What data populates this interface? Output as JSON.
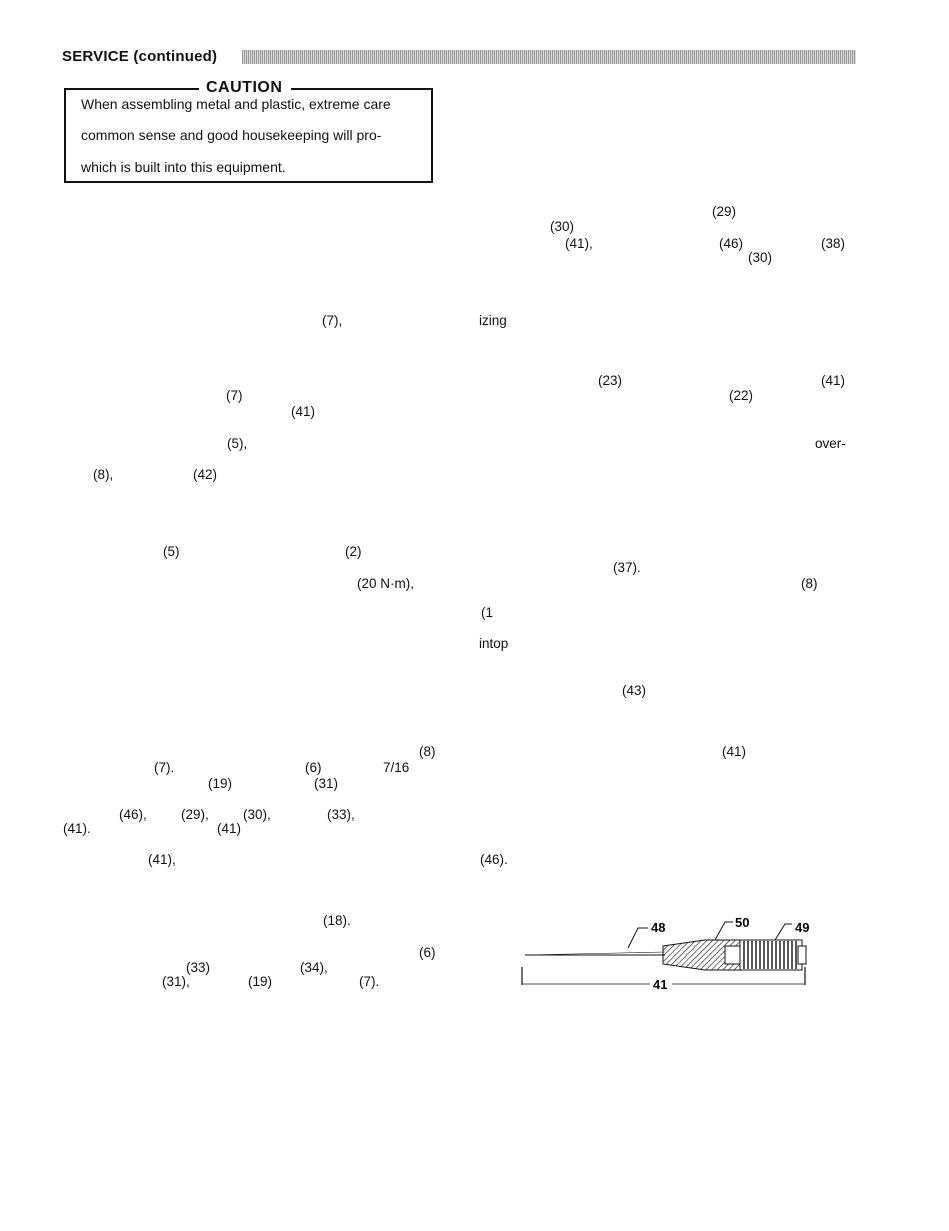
{
  "header": {
    "title": "SERVICE (continued)"
  },
  "caution": {
    "title": "CAUTION",
    "line1": "When assembling metal and plastic, extreme care",
    "line2": "common sense and good housekeeping will pro-",
    "line3": "which is built into this equipment."
  },
  "fragments": {
    "f29": "(29)",
    "f30a": "(30)",
    "f41a": "(41),",
    "f46a": "(46)",
    "f38": "(38)",
    "f30b": "(30)",
    "f7a": "(7),",
    "izing": "izing",
    "f23": "(23)",
    "f41b": "(41)",
    "f7b": "(7)",
    "f22": "(22)",
    "f41c": "(41)",
    "f5a": "(5),",
    "over": "over-",
    "f8a": "(8),",
    "f42": "(42)",
    "f5b": "(5)",
    "f2": "(2)",
    "f37": "(37).",
    "f20nm": "(20 N·m),",
    "f8b": "(8)",
    "f1": "(1",
    "intop": "intop",
    "f43": "(43)",
    "f8c": "(8)",
    "f41d": "(41)",
    "f7c": "(7).",
    "f6a": "(6)",
    "f716": "7/16",
    "f19a": "(19)",
    "f31a": "(31)",
    "f46b": "(46),",
    "f29b": "(29),",
    "f30c": "(30),",
    "f33a": "(33),",
    "f41e": "(41).",
    "f41f": "(41)",
    "f41g": "(41),",
    "f46c": "(46).",
    "f18": "(18).",
    "f6b": "(6)",
    "f33b": "(33)",
    "f34": "(34),",
    "f31b": "(31),",
    "f19b": "(19)",
    "f7d": "(7)."
  },
  "figure": {
    "label_48": "48",
    "label_50": "50",
    "label_49": "49",
    "label_41": "41"
  }
}
